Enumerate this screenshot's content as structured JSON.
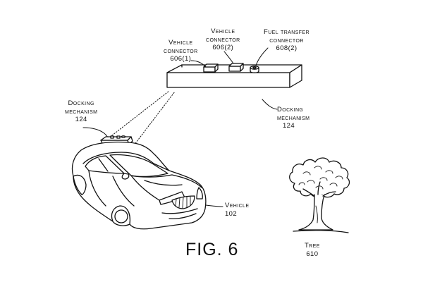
{
  "figure_label": "FIG. 6",
  "labels": {
    "vehicle_connector_1": {
      "line1": "Vehicle",
      "line2": "connector",
      "ref": "606(1)"
    },
    "vehicle_connector_2": {
      "line1": "Vehicle",
      "line2": "connector",
      "ref": "606(2)"
    },
    "fuel_transfer_connector": {
      "line1": "Fuel transfer",
      "line2": "connector",
      "ref": "608(2)"
    },
    "docking_mechanism_car": {
      "line1": "Docking",
      "line2": "mechanism",
      "ref": "124"
    },
    "docking_mechanism_enlarged": {
      "line1": "Docking",
      "line2": "mechanism",
      "ref": "124"
    },
    "vehicle": {
      "line1": "Vehicle",
      "ref": "102"
    },
    "tree": {
      "line1": "Tree",
      "ref": "610"
    }
  },
  "colors": {
    "ink": "#111111",
    "background": "#ffffff"
  }
}
